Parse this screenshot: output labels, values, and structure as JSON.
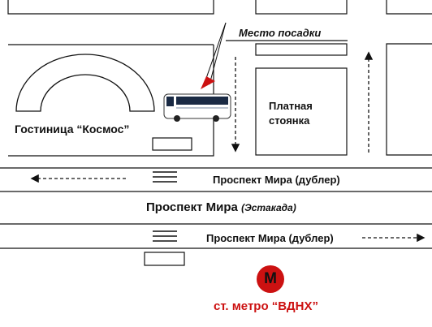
{
  "map": {
    "boarding_label": "Место посадки",
    "hotel_label": "Гостиница “Космос”",
    "parking_label": "Платная стоянка",
    "street_doubler_top": "Проспект Мира (дублер)",
    "street_estakada_main": "Проспект Мира",
    "street_estakada_sub": "(Эстакада)",
    "street_doubler_bottom": "Проспект Мира (дублер)",
    "metro_letter": "М",
    "metro_label": "ст. метро “ВДНХ”"
  },
  "colors": {
    "ink": "#111111",
    "accent_red": "#cc1111",
    "bus_body": "#ffffff",
    "bus_windows": "#1a2a44"
  },
  "icons": [
    "bus-icon",
    "metro-icon",
    "pointer-arrow-icon",
    "crosswalk-icon"
  ]
}
